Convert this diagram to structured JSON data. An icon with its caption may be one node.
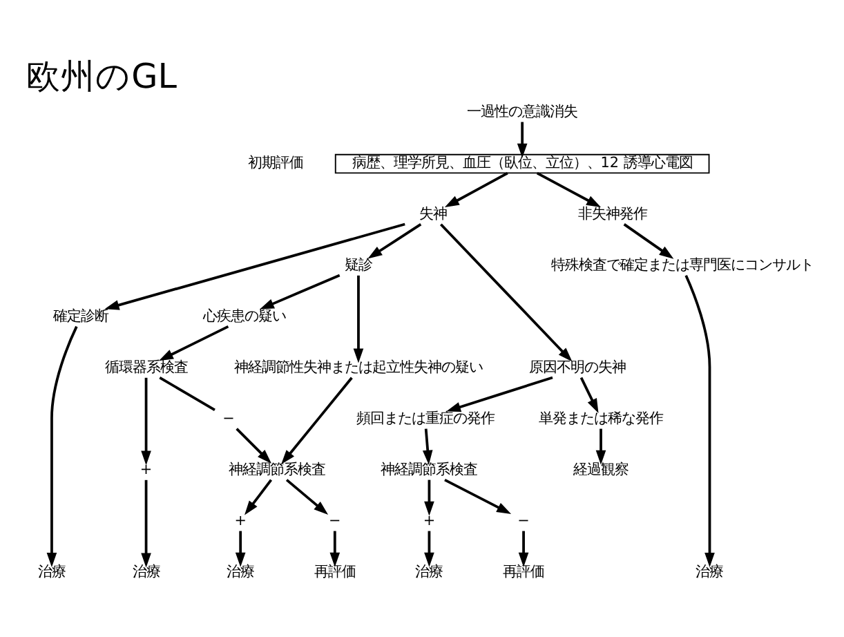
{
  "diagram": {
    "title": "欧州のGL",
    "nodes": [
      {
        "text": [
          "一過性の意識消失"
        ]
      },
      {
        "text": [
          "病歴、理学所見、血圧（臥位、立位）、12 誘導心電図"
        ],
        "beside": [
          "初期評価"
        ]
      },
      {
        "text": [
          "失神"
        ]
      },
      {
        "text": [
          "非失神発作"
        ]
      },
      {
        "text": [
          "確定診断"
        ]
      },
      {
        "text": [
          "疑診"
        ]
      },
      {
        "text": [
          "原因不明の失神"
        ]
      },
      {
        "text": [
          "心疾患の疑い"
        ]
      },
      {
        "text": [
          "神経調節性失神または起立性失神の疑い"
        ]
      },
      {
        "text": [
          "循環器系検査"
        ]
      },
      {
        "text": [
          "神経調節系検査"
        ]
      },
      {
        "text": [
          "+"
        ]
      },
      {
        "text": [
          "−"
        ]
      },
      {
        "text": [
          "+"
        ]
      },
      {
        "text": [
          "−"
        ]
      },
      {
        "text": [
          "治療"
        ]
      },
      {
        "text": [
          "治療"
        ]
      },
      {
        "text": [
          "治療"
        ]
      },
      {
        "text": [
          "再評価"
        ]
      },
      {
        "text": [
          "頻回または重症の発作"
        ]
      },
      {
        "text": [
          "単発または稀な発作"
        ]
      },
      {
        "text": [
          "神経調節系検査"
        ]
      },
      {
        "text": [
          "経過観察"
        ]
      },
      {
        "text": [
          "+"
        ]
      },
      {
        "text": [
          "−"
        ]
      },
      {
        "text": [
          "治療"
        ]
      },
      {
        "text": [
          "再評価"
        ]
      },
      {
        "text": [
          "特殊検査で確定または専門医にコンサルト"
        ]
      },
      {
        "text": [
          "治療"
        ]
      }
    ],
    "edges": [
      {
        "from": 0,
        "to": 1,
        "arrow": "to"
      },
      {
        "from": 1,
        "to": 2,
        "arrow": "to"
      },
      {
        "from": 1,
        "to": 3,
        "arrow": "to"
      },
      {
        "from": 2,
        "to": 4,
        "arrow": "to"
      },
      {
        "from": 2,
        "to": 5,
        "arrow": "to"
      },
      {
        "from": 2,
        "to": 6,
        "arrow": "to"
      },
      {
        "from": 5,
        "to": 7,
        "arrow": "to"
      },
      {
        "from": 5,
        "to": 8,
        "arrow": "to"
      },
      {
        "from": 7,
        "to": 9,
        "arrow": "to"
      },
      {
        "from": 8,
        "to": 10,
        "arrow": "to"
      },
      {
        "from": 9,
        "to": 11,
        "arrow": "to"
      },
      {
        "from": 9,
        "to": 12,
        "arrow": "none"
      },
      {
        "from": 12,
        "to": 10,
        "arrow": "to"
      },
      {
        "from": 10,
        "to": 13,
        "arrow": "to"
      },
      {
        "from": 10,
        "to": 14,
        "arrow": "to"
      },
      {
        "from": 4,
        "to": 15,
        "arrow": "to"
      },
      {
        "from": 11,
        "to": 16,
        "arrow": "to"
      },
      {
        "from": 13,
        "to": 17,
        "arrow": "to"
      },
      {
        "from": 14,
        "to": 18,
        "arrow": "to"
      },
      {
        "from": 6,
        "to": 19,
        "arrow": "to"
      },
      {
        "from": 6,
        "to": 20,
        "arrow": "to"
      },
      {
        "from": 19,
        "to": 21,
        "arrow": "to"
      },
      {
        "from": 20,
        "to": 22,
        "arrow": "to"
      },
      {
        "from": 21,
        "to": 23,
        "arrow": "to"
      },
      {
        "from": 21,
        "to": 24,
        "arrow": "to"
      },
      {
        "from": 23,
        "to": 25,
        "arrow": "to"
      },
      {
        "from": 24,
        "to": 26,
        "arrow": "to"
      },
      {
        "from": 3,
        "to": 27,
        "arrow": "to"
      },
      {
        "from": 27,
        "to": 28,
        "arrow": "to"
      }
    ]
  }
}
